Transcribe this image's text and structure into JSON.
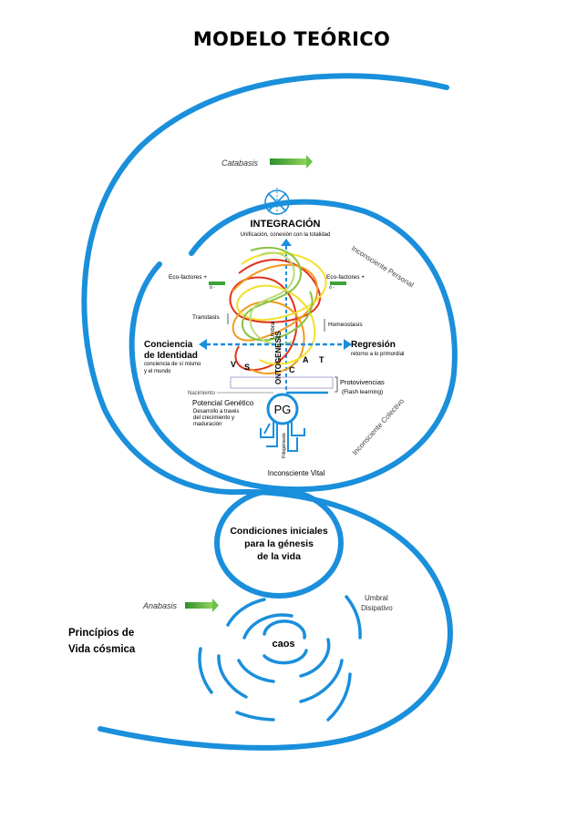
{
  "title": "MODELO TEÓRICO",
  "catabasis": "Catabasis",
  "anabasis": "Anabasis",
  "integracion": {
    "title": "INTEGRACIÓN",
    "subtitle": "Unificación, conexión con la totalidad"
  },
  "eco_left": "Eco-factores +",
  "eco_left_sub": "ó -",
  "eco_right": "Eco-factores +",
  "eco_right_sub": "ó -",
  "transtasis": "Transtasis",
  "homeostasis": "Homeostasis",
  "conciencia": {
    "line1": "Conciencia",
    "line2": "de Identidad",
    "sub1": "conciencia de sí mismo",
    "sub2": "y el mundo"
  },
  "regresion": {
    "title": "Regresión",
    "sub": "retorno a lo primordial"
  },
  "letters": {
    "v": "V",
    "s": "S",
    "c": "C",
    "a": "A",
    "t": "T"
  },
  "ontogenesis": "ONTOGENESIS",
  "umbral": "Umbral",
  "nacimiento": "Nacimiento",
  "protovivencias": {
    "line1": "Protovivencias",
    "line2": "(Flash learning)"
  },
  "pg": "PG",
  "potencial": {
    "line1": "Potencial Genético",
    "line2": "Desarrollo a través",
    "line3": "del crecimiento y",
    "line4": "maduración"
  },
  "filogenesis": "Filogénesis",
  "inconsciente_personal": "Inconsciente Personal",
  "inconsciente_colectivo": "Inconsciente Colectivo",
  "inconsciente_vital": "Inconsciente Vital",
  "condiciones": {
    "line1": "Condiciones iniciales",
    "line2": "para la génesis",
    "line3": "de la vida"
  },
  "umbral_disipativo": {
    "line1": "Umbral",
    "line2": "Disipativo"
  },
  "principios": {
    "line1": "Princípios  de",
    "line2": "Vida cósmica"
  },
  "caos": "caos",
  "colors": {
    "spiral": "#1a8fdb",
    "arrow_green": "#3aa435",
    "curve_red": "#e0321c",
    "curve_orange": "#f39a1d",
    "curve_yellow": "#f2e12a",
    "curve_green": "#86c440",
    "curve_lightgreen": "#b9dc7a"
  }
}
